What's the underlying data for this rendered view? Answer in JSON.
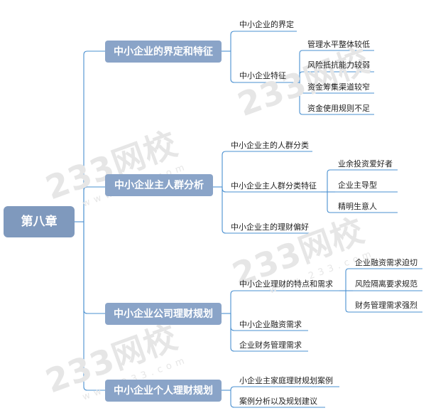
{
  "root": "第八章",
  "watermark": {
    "brand": "233网校",
    "site": "www.233.com"
  },
  "branches": [
    {
      "label": "中小企业的界定和特征",
      "children": [
        {
          "label": "中小企业的界定"
        },
        {
          "label": "中小企业特征",
          "children": [
            "管理水平整体较低",
            "风险抵抗能力较弱",
            "资金筹集渠道较窄",
            "资金使用规则不足"
          ]
        }
      ]
    },
    {
      "label": "中小企业主人群分析",
      "children": [
        {
          "label": "中小企业主的人群分类"
        },
        {
          "label": "中小企业主人群分类特征",
          "children": [
            "业余投资爱好者",
            "企业主导型",
            "精明生意人"
          ]
        },
        {
          "label": "中小企业主的理财偏好"
        }
      ]
    },
    {
      "label": "中小企业公司理财规划",
      "children": [
        {
          "label": "中小企业理财的特点和需求",
          "children": [
            "企业融资需求迫切",
            "风险隔离要求规范",
            "财务管理需求强烈"
          ]
        },
        {
          "label": "中小企业融资需求"
        },
        {
          "label": "企业财务管理需求"
        }
      ]
    },
    {
      "label": "中小企业个人理财规划",
      "children": [
        {
          "label": "小企业主家庭理财规划案例"
        },
        {
          "label": "案例分析以及规划建议"
        }
      ]
    }
  ]
}
